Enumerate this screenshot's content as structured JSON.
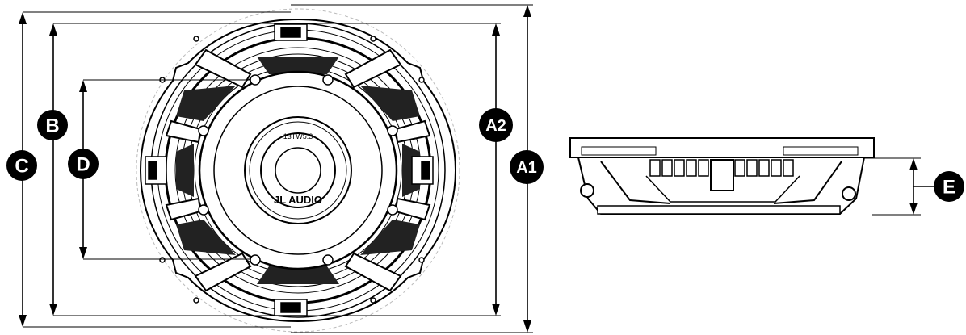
{
  "product": {
    "model": "13TW5.3",
    "brand": "JL AUDIO"
  },
  "dimensions": {
    "A1": "A1",
    "A2": "A2",
    "B": "B",
    "C": "C",
    "D": "D",
    "E": "E"
  }
}
